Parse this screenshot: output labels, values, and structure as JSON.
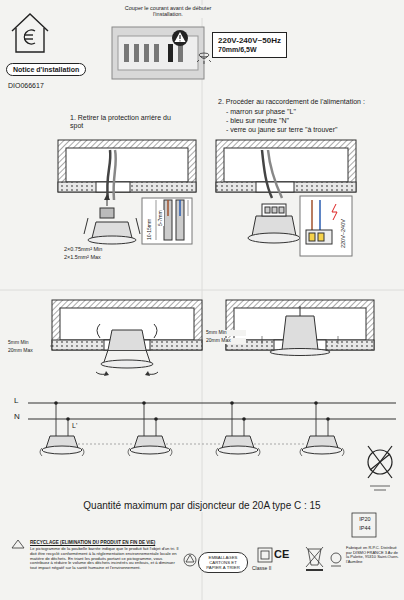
{
  "diagram": {
    "title": "Notice d'installation",
    "nodes": [
      {
        "text": [
          "220V-240V~50Hz",
          "70mm/6,5W"
        ]
      },
      {
        "text": [
          "EMBALLAGES CARTONS ET PAPIER À TRIER"
        ]
      }
    ],
    "labels": [
      "DIO066617",
      "Couper le courant avant de débuter l'installation.",
      "1. Retirer la protection arrière du spot",
      "2. Procéder au raccordement de l'alimentation :",
      "- marron sur phase \"L\"",
      "- bleu sur neutre \"N\"",
      "- verre ou jaune sur terre \"à trouver\"",
      "10-15mm",
      "5-7mm",
      "2×0.75mm² Min",
      "2×1.5mm² Max",
      "220V~240V",
      "5mm Min",
      "20mm Max",
      "5mm Min",
      "20mm Max",
      "L",
      "N",
      "L'",
      "Quantité maximum par disjoncteur de 20A type C : 15",
      "RECYCLAGE (ELIMINATION DU PRODUIT EN FIN DE VIE)",
      "Le pictogramme de la poubelle barrée indique que le produit fait l'objet d'un tri. Il doit être recyclé conformément à la réglementation environnementale locale en matière de déchets. En triant les produits portant ce pictogramme, vous contribuez à réduire le volume des déchets incinérés ou enfouis, et à diminuer tout impact négatif sur la santé humaine et l'environnement.",
      "Classe II",
      "CE",
      "IP20",
      "IP44",
      "Fabriqué en R.P.C. Distribué par DISMO FRANCE 3 Av de la Palette, 95310 Saint-Ouen-l'Aumône"
    ]
  }
}
